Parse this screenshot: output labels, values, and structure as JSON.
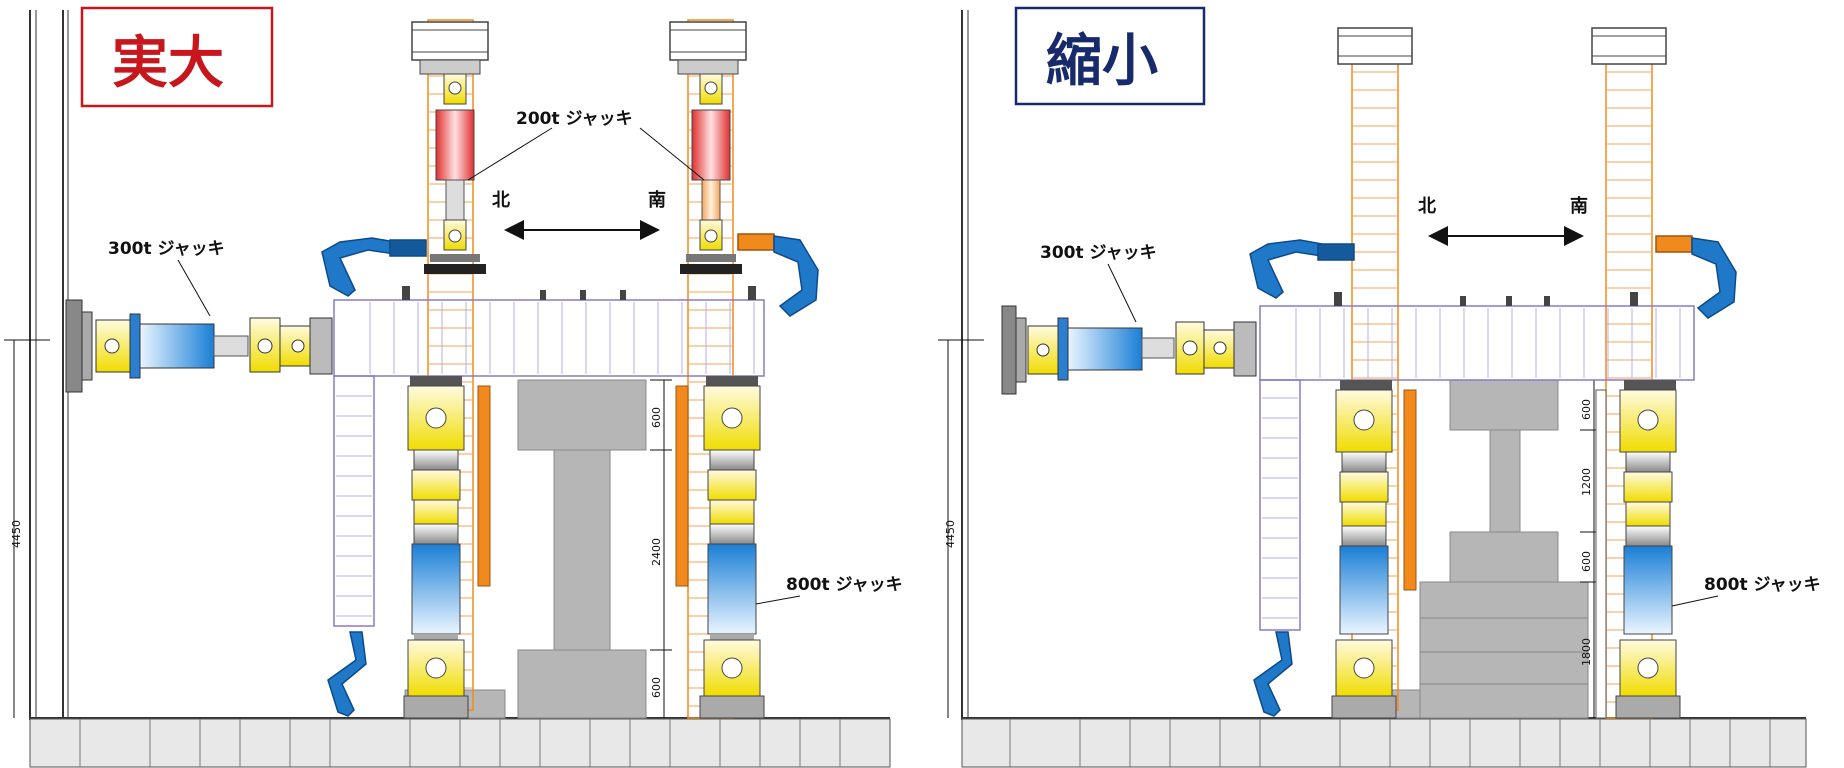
{
  "panels": [
    {
      "id": "full",
      "title": "実大",
      "title_color": "#c8161d",
      "jack_300": "300t ジャッキ",
      "jack_200": "200t ジャッキ",
      "jack_800": "800t ジャッキ",
      "north": "北",
      "south": "南",
      "dim_height": "4450",
      "dims": [
        "600",
        "2400",
        "600"
      ]
    },
    {
      "id": "reduced",
      "title": "縮小",
      "title_color": "#172a6b",
      "jack_300": "300t ジャッキ",
      "jack_800": "800t ジャッキ",
      "north": "北",
      "south": "南",
      "dim_height": "4450",
      "dims": [
        "600",
        "1200",
        "600",
        "1800"
      ]
    }
  ],
  "colors": {
    "yellow_jack": "#f5e400",
    "blue_jack": "#2a8fd8",
    "red_jack": "#d4202a",
    "frame_orange": "#f08a1c",
    "frame_purple": "#8a7ac8",
    "specimen_gray": "#b4b4b4",
    "arm_blue": "#1f78c8"
  }
}
